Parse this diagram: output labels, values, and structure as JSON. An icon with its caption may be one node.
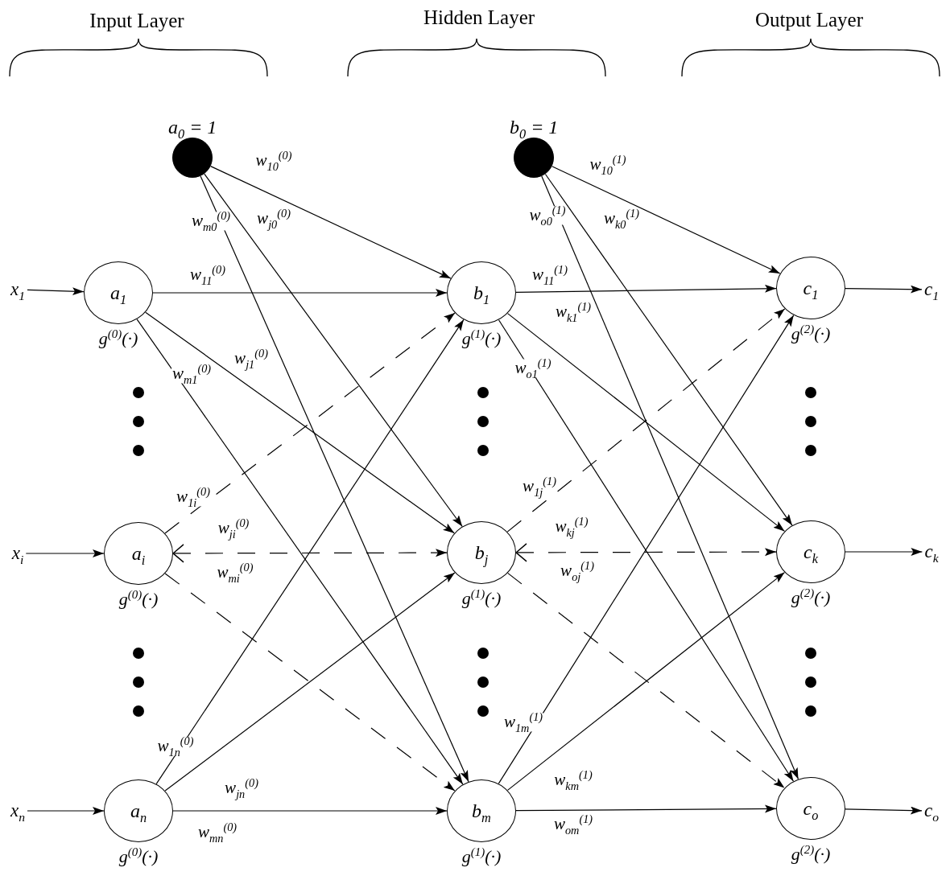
{
  "diagram": {
    "nodes": [
      {
        "text": [
          "x$_{1}$"
        ]
      },
      {
        "text": [
          "x$_{i}$"
        ]
      },
      {
        "text": [
          "x$_{n}$"
        ]
      },
      {
        "text": [],
        "shape": "circle",
        "beside": [
          "a$_{0}$ = 1"
        ]
      },
      {
        "text": [
          "a$_{1}$"
        ],
        "beside": [
          "g$^{(0)}$(·)"
        ]
      },
      {
        "text": [
          "a$_{i}$"
        ],
        "beside": [
          "g$^{(0)}$(·)"
        ]
      },
      {
        "text": [
          "a$_{n}$"
        ],
        "beside": [
          "g$^{(0)}$(·)"
        ]
      },
      {
        "text": [],
        "shape": "circle",
        "beside": [
          "b$_{0}$ = 1"
        ]
      },
      {
        "text": [
          "b$_{1}$"
        ],
        "beside": [
          "g$^{(1)}$(·)"
        ]
      },
      {
        "text": [
          "b$_{j}$"
        ],
        "beside": [
          "g$^{(1)}$(·)"
        ]
      },
      {
        "text": [
          "b$_{m}$"
        ],
        "beside": [
          "g$^{(1)}$(·)"
        ]
      },
      {
        "text": [
          "c$_{1}$"
        ],
        "beside": [
          "g$^{(2)}$(·)"
        ]
      },
      {
        "text": [
          "c$_{k}$"
        ],
        "beside": [
          "g$^{(2)}$(·)"
        ]
      },
      {
        "text": [
          "c$_{o}$"
        ],
        "beside": [
          "g$^{(2)}$(·)"
        ]
      },
      {
        "text": [
          "c$_{1}$"
        ]
      },
      {
        "text": [
          "c$_{k}$"
        ]
      },
      {
        "text": [
          "c$_{o}$"
        ]
      }
    ],
    "edges": [
      {
        "from": 0,
        "to": 4,
        "arrow": "to"
      },
      {
        "from": 1,
        "to": 5,
        "arrow": "to"
      },
      {
        "from": 2,
        "to": 6,
        "arrow": "to"
      },
      {
        "from": 3,
        "to": 8,
        "arrow": "to",
        "label": "w$_{10}$$^{(0)}$"
      },
      {
        "from": 3,
        "to": 9,
        "arrow": "to",
        "label": "w$_{j0}$$^{(0)}$"
      },
      {
        "from": 3,
        "to": 10,
        "arrow": "to",
        "label": "w$_{m0}$$^{(0)}$"
      },
      {
        "from": 4,
        "to": 8,
        "arrow": "to",
        "label": "w$_{11}$$^{(0)}$"
      },
      {
        "from": 4,
        "to": 9,
        "arrow": "to",
        "label": "w$_{j1}$$^{(0)}$"
      },
      {
        "from": 4,
        "to": 10,
        "arrow": "to",
        "label": "w$_{m1}$$^{(0)}$"
      },
      {
        "from": 5,
        "to": 8,
        "arrow": "to",
        "style": "dashed",
        "label": "w$_{1i}$$^{(0)}$"
      },
      {
        "from": 5,
        "to": 9,
        "arrow": "both",
        "style": "dashed",
        "label": "w$_{ji}$$^{(0)}$"
      },
      {
        "from": 5,
        "to": 10,
        "arrow": "to",
        "style": "dashed",
        "label": "w$_{mi}$$^{(0)}$"
      },
      {
        "from": 6,
        "to": 8,
        "arrow": "to",
        "label": "w$_{1n}$$^{(0)}$"
      },
      {
        "from": 6,
        "to": 9,
        "arrow": "to",
        "label": "w$_{jn}$$^{(0)}$"
      },
      {
        "from": 6,
        "to": 10,
        "arrow": "to",
        "label": "w$_{mn}$$^{(0)}$"
      },
      {
        "from": 7,
        "to": 11,
        "arrow": "to",
        "label": "w$_{10}$$^{(1)}$"
      },
      {
        "from": 7,
        "to": 12,
        "arrow": "to",
        "label": "w$_{k0}$$^{(1)}$"
      },
      {
        "from": 7,
        "to": 13,
        "arrow": "to",
        "label": "w$_{o0}$$^{(1)}$"
      },
      {
        "from": 8,
        "to": 11,
        "arrow": "to",
        "label": "w$_{11}$$^{(1)}$"
      },
      {
        "from": 8,
        "to": 12,
        "arrow": "to",
        "label": "w$_{k1}$$^{(1)}$"
      },
      {
        "from": 8,
        "to": 13,
        "arrow": "to",
        "label": "w$_{o1}$$^{(1)}$"
      },
      {
        "from": 9,
        "to": 11,
        "arrow": "to",
        "style": "dashed",
        "label": "w$_{1j}$$^{(1)}$"
      },
      {
        "from": 9,
        "to": 12,
        "arrow": "both",
        "style": "dashed",
        "label": "w$_{kj}$$^{(1)}$"
      },
      {
        "from": 9,
        "to": 13,
        "arrow": "to",
        "style": "dashed",
        "label": "w$_{oj}$$^{(1)}$"
      },
      {
        "from": 10,
        "to": 11,
        "arrow": "to",
        "label": "w$_{1m}$$^{(1)}$"
      },
      {
        "from": 10,
        "to": 12,
        "arrow": "to",
        "label": "w$_{km}$$^{(1)}$"
      },
      {
        "from": 10,
        "to": 13,
        "arrow": "to",
        "label": "w$_{om}$$^{(1)}$"
      },
      {
        "from": 11,
        "to": 14,
        "arrow": "to"
      },
      {
        "from": 12,
        "to": 15,
        "arrow": "to"
      },
      {
        "from": 13,
        "to": 16,
        "arrow": "to"
      }
    ],
    "labels": [
      "Input Layer",
      "Hidden Layer",
      "Output Layer"
    ]
  }
}
